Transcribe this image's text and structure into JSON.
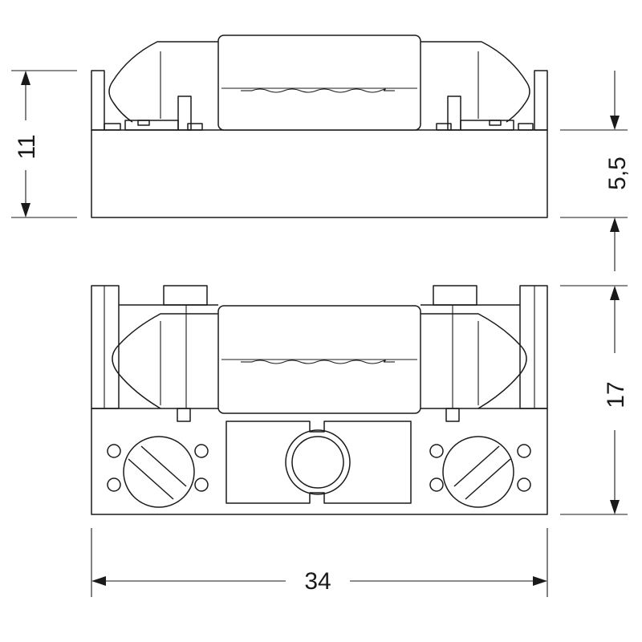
{
  "dimensions": {
    "top_height": "11",
    "base_height": "5,5",
    "side_height": "17",
    "width": "34"
  },
  "colors": {
    "line": "#1a1a1a",
    "background": "#ffffff"
  }
}
